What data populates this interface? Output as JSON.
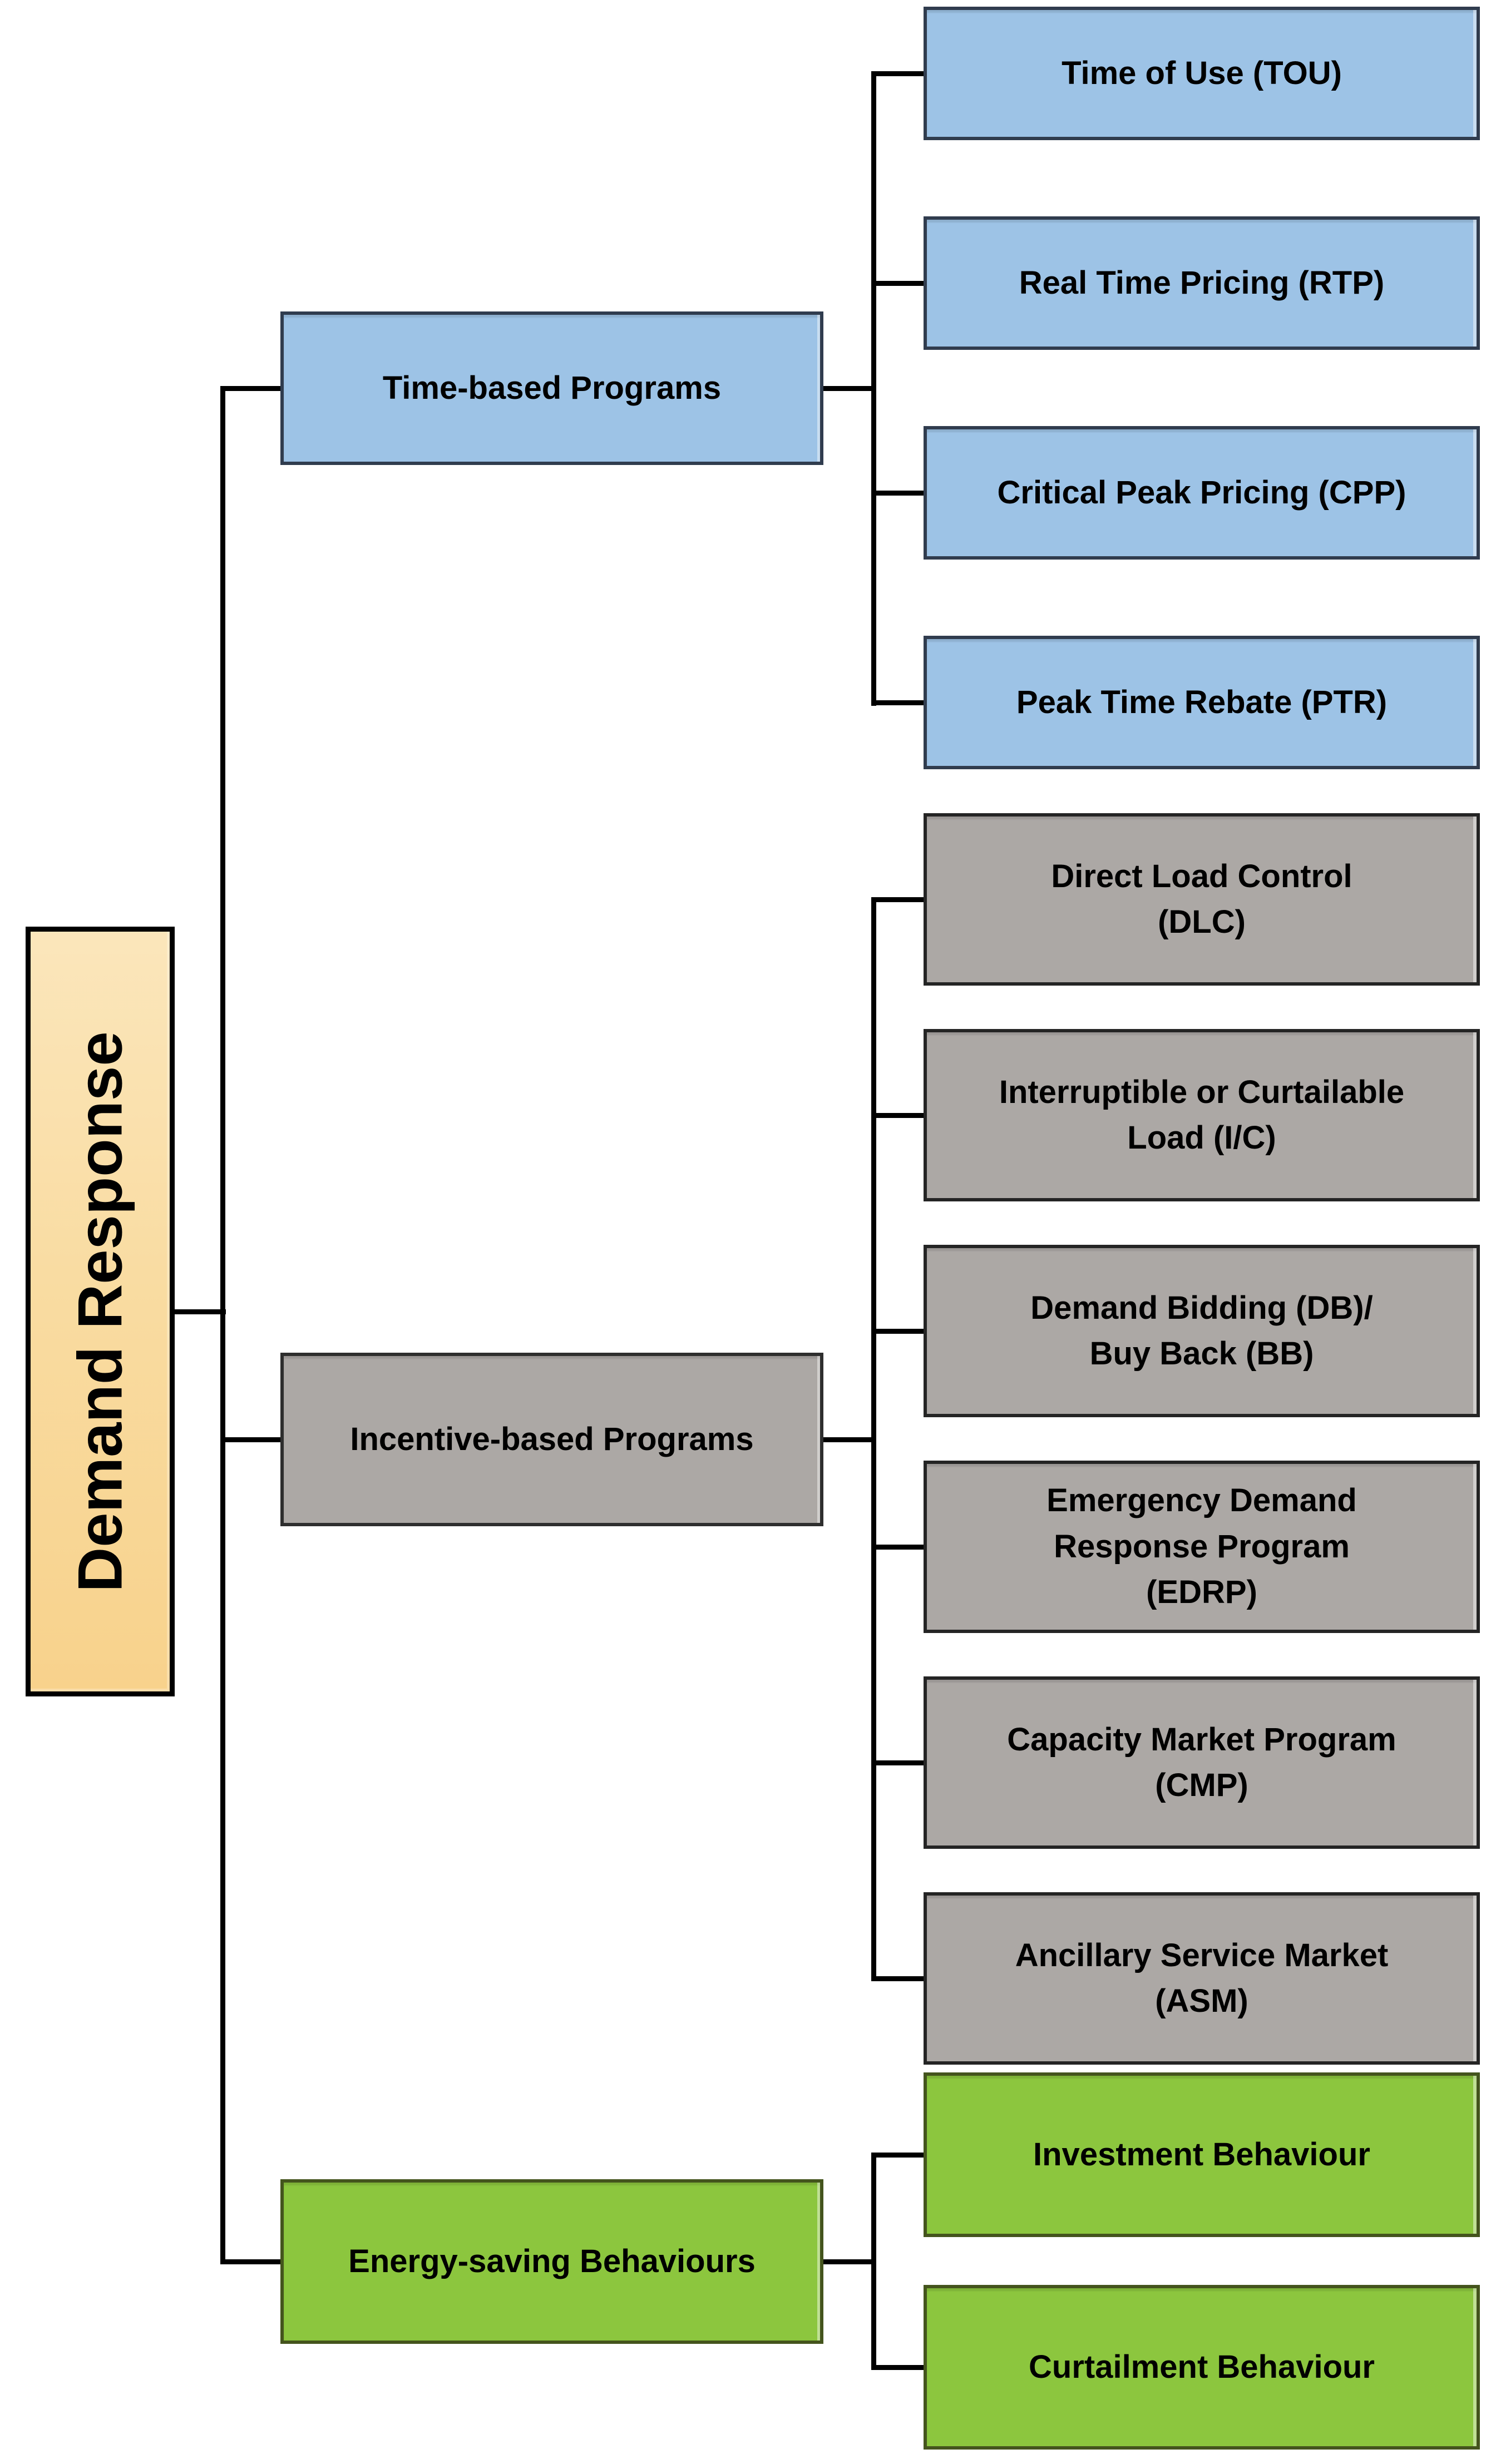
{
  "root": {
    "label": "Demand Response",
    "fill_top": "#FBE6BB",
    "fill_bottom": "#F8D28C",
    "border": "#000000"
  },
  "branches": [
    {
      "label": "Time-based Programs",
      "fill": "#9DC3E6",
      "border": "#303C4E",
      "children": [
        "Time of Use (TOU)",
        "Real Time Pricing (RTP)",
        "Critical Peak Pricing (CPP)",
        "Peak Time Rebate (PTR)"
      ]
    },
    {
      "label": "Incentive-based Programs",
      "fill": "#ACA8A5",
      "border": "#242424",
      "children": [
        "Direct Load Control\n(DLC)",
        "Interruptible or Curtailable\nLoad (I/C)",
        "Demand Bidding (DB)/\nBuy Back (BB)",
        "Emergency Demand\nResponse Program\n(EDRP)",
        "Capacity Market Program\n(CMP)",
        "Ancillary Service Market\n(ASM)"
      ]
    },
    {
      "label": "Energy-saving Behaviours",
      "fill": "#8CC63E",
      "border": "#44541D",
      "children": [
        "Investment Behaviour",
        "Curtailment Behaviour"
      ]
    }
  ],
  "connector_color": "#000000"
}
